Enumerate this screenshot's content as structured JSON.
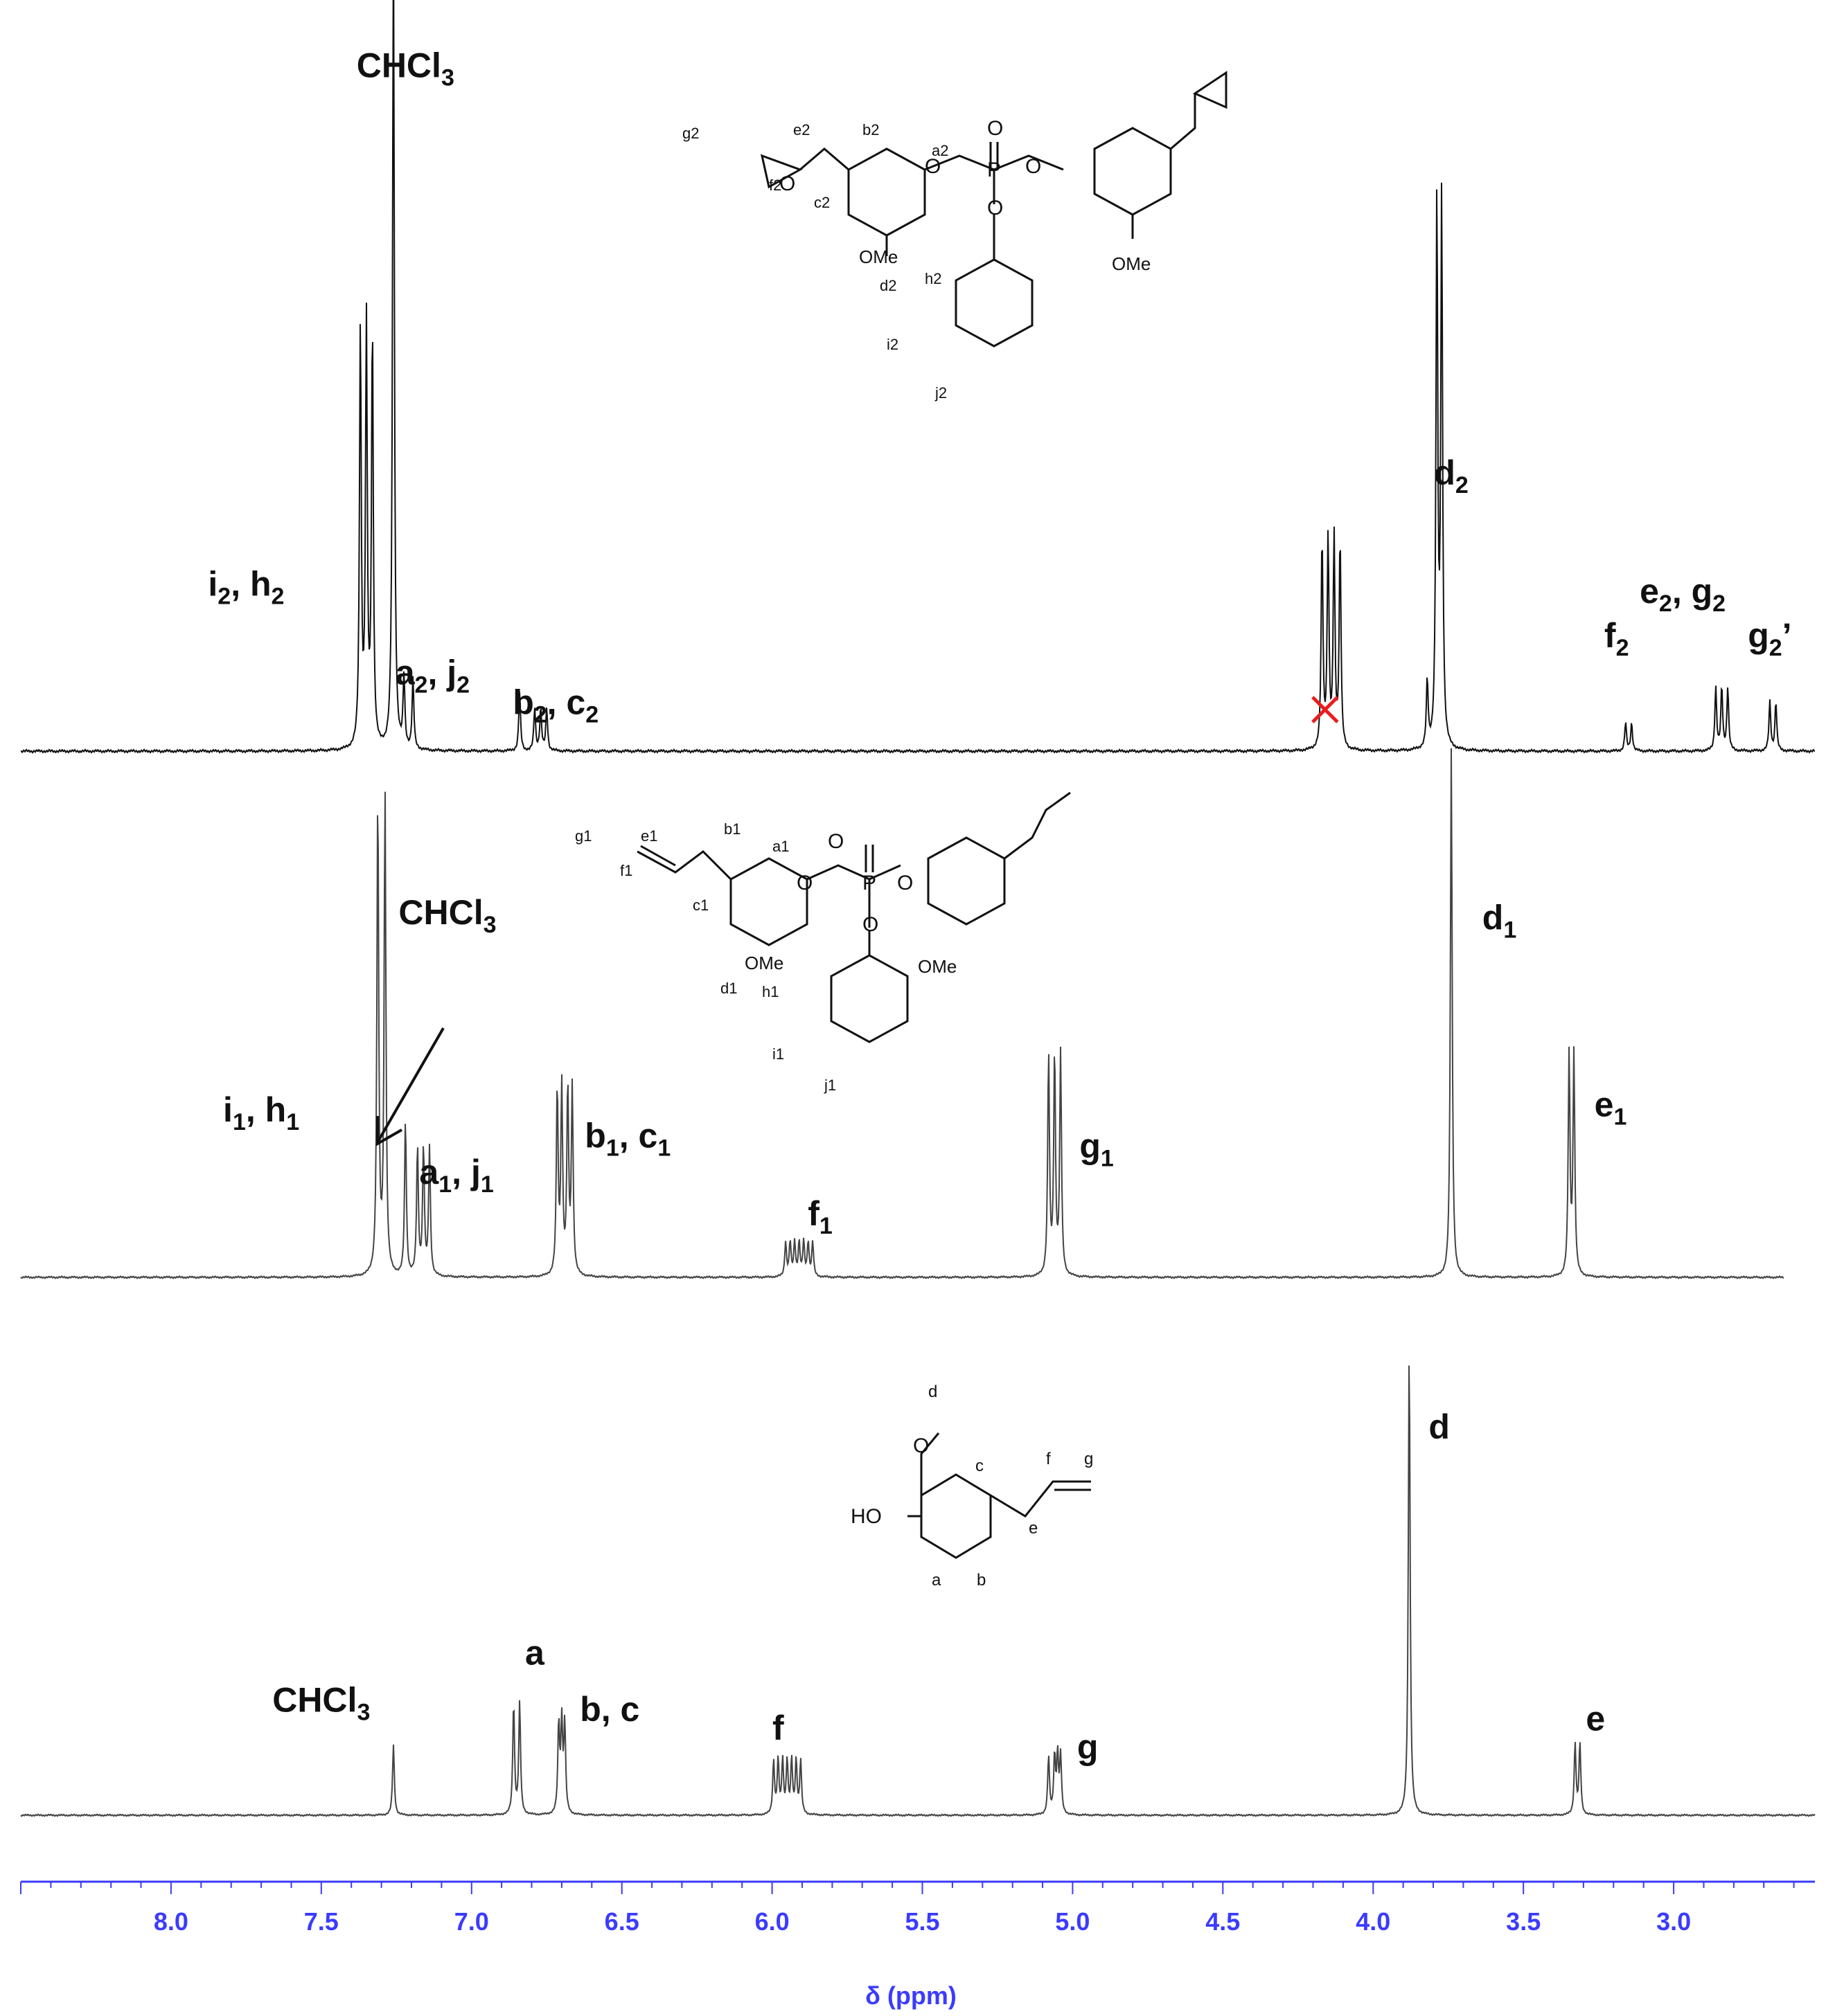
{
  "chart_data": {
    "type": "line",
    "title": "",
    "xlabel": "δ (ppm)",
    "ylabel": "",
    "x_reversed": true,
    "xlim": [
      8.5,
      2.53
    ],
    "x_ticks": [
      "8.0",
      "7.5",
      "7.0",
      "6.5",
      "6.0",
      "5.5",
      "5.0",
      "4.5",
      "4.0",
      "3.5",
      "3.0"
    ],
    "grid": false,
    "axis_color": "#3b3bff",
    "series": [
      {
        "line_color": "#111111",
        "peaks": [
          {
            "ppm": 7.35,
            "h": 0.6,
            "mult": [
              -0.02,
              0.0,
              0.02
            ]
          },
          {
            "ppm": 7.26,
            "h": 1.12,
            "mult": [
              0.0
            ]
          },
          {
            "ppm": 7.21,
            "h": 0.1,
            "mult": [
              -0.015,
              0.015
            ]
          },
          {
            "ppm": 6.84,
            "h": 0.08,
            "mult": [
              0.0
            ]
          },
          {
            "ppm": 6.77,
            "h": 0.06,
            "mult": [
              -0.02,
              0.0,
              0.02
            ]
          },
          {
            "ppm": 4.14,
            "h": 0.3,
            "mult": [
              -0.03,
              -0.01,
              0.01,
              0.03
            ]
          },
          {
            "ppm": 3.82,
            "h": 0.09,
            "mult": [
              0.0
            ]
          },
          {
            "ppm": 3.78,
            "h": 0.78,
            "mult": [
              -0.008,
              0.008
            ]
          },
          {
            "ppm": 3.15,
            "h": 0.04,
            "mult": [
              -0.01,
              0.01
            ]
          },
          {
            "ppm": 2.84,
            "h": 0.09,
            "mult": [
              -0.02,
              0.0,
              0.02
            ]
          },
          {
            "ppm": 2.67,
            "h": 0.07,
            "mult": [
              -0.01,
              0.01
            ]
          }
        ],
        "labels": [
          {
            "text": "i",
            "sub": "2",
            "tail": ", h",
            "sub2": "2",
            "ppm": 7.75,
            "rel": 0.21
          },
          {
            "text": "CHCl",
            "sub": "3",
            "ppm": 7.22,
            "rel": 0.91
          },
          {
            "text": "a",
            "sub": "2",
            "tail": ", j",
            "sub2": "2",
            "ppm": 7.13,
            "rel": 0.09
          },
          {
            "text": "b",
            "sub": "2",
            "tail": ", c",
            "sub2": "2",
            "ppm": 6.72,
            "rel": 0.05
          },
          {
            "text": "d",
            "sub": "2",
            "ppm": 3.74,
            "rel": 0.36
          },
          {
            "text": "f",
            "sub": "2",
            "ppm": 3.19,
            "rel": 0.14
          },
          {
            "text": "e",
            "sub": "2",
            "tail": ", g",
            "sub2": "2",
            "ppm": 2.97,
            "rel": 0.2
          },
          {
            "text": "g",
            "sub": "2",
            "tail": "’",
            "ppm": 2.68,
            "rel": 0.14
          }
        ],
        "excluded_peak_ppm": 4.16
      },
      {
        "line_color": "#444444",
        "peaks": [
          {
            "ppm": 7.3,
            "h": 0.98,
            "mult": [
              -0.012,
              0.012
            ]
          },
          {
            "ppm": 7.22,
            "h": 0.3,
            "mult": [
              0.0
            ]
          },
          {
            "ppm": 7.16,
            "h": 0.26,
            "mult": [
              -0.02,
              0.0,
              0.02
            ]
          },
          {
            "ppm": 6.69,
            "h": 0.38,
            "mult": [
              -0.025,
              -0.01,
              0.01,
              0.025
            ]
          },
          {
            "ppm": 5.91,
            "h": 0.07,
            "mult": [
              -0.045,
              -0.03,
              -0.015,
              0.0,
              0.015,
              0.03,
              0.045
            ]
          },
          {
            "ppm": 5.06,
            "h": 0.45,
            "mult": [
              -0.02,
              0.0,
              0.02
            ]
          },
          {
            "ppm": 3.74,
            "h": 1.02,
            "mult": [
              0.0
            ]
          },
          {
            "ppm": 3.34,
            "h": 0.45,
            "mult": [
              -0.008,
              0.008
            ]
          }
        ],
        "labels": [
          {
            "text": "i",
            "sub": "1",
            "tail": ", h",
            "sub2": "1",
            "ppm": 7.7,
            "rel": 0.3
          },
          {
            "text": "CHCl",
            "sub": "3",
            "ppm": 7.08,
            "rel": 0.68
          },
          {
            "text": "a",
            "sub": "1",
            "tail": ", j",
            "sub2": "1",
            "ppm": 7.05,
            "rel": 0.18
          },
          {
            "text": "b",
            "sub": "1",
            "tail": ", c",
            "sub2": "1",
            "ppm": 6.48,
            "rel": 0.25
          },
          {
            "text": "f",
            "sub": "1",
            "ppm": 5.84,
            "rel": 0.1
          },
          {
            "text": "g",
            "sub": "1",
            "ppm": 4.92,
            "rel": 0.23
          },
          {
            "text": "d",
            "sub": "1",
            "ppm": 3.58,
            "rel": 0.67
          },
          {
            "text": "e",
            "sub": "1",
            "ppm": 3.21,
            "rel": 0.31
          }
        ]
      },
      {
        "line_color": "#444444",
        "peaks": [
          {
            "ppm": 7.26,
            "h": 0.15,
            "mult": [
              0.0
            ]
          },
          {
            "ppm": 6.85,
            "h": 0.25,
            "mult": [
              -0.01,
              0.01
            ]
          },
          {
            "ppm": 6.7,
            "h": 0.2,
            "mult": [
              -0.01,
              0.0,
              0.01
            ]
          },
          {
            "ppm": 5.95,
            "h": 0.12,
            "mult": [
              -0.045,
              -0.03,
              -0.015,
              0.0,
              0.015,
              0.03,
              0.045
            ]
          },
          {
            "ppm": 5.07,
            "h": 0.13,
            "mult": [
              -0.03,
              -0.02,
              -0.01,
              0.01
            ]
          },
          {
            "ppm": 3.88,
            "h": 1.0,
            "mult": [
              0.0
            ]
          },
          {
            "ppm": 3.32,
            "h": 0.16,
            "mult": [
              -0.008,
              0.008
            ]
          }
        ],
        "labels": [
          {
            "text": "CHCl",
            "sub": "3",
            "ppm": 7.5,
            "rel": 0.22
          },
          {
            "text": "a",
            "ppm": 6.79,
            "rel": 0.32
          },
          {
            "text": "b, c",
            "ppm": 6.54,
            "rel": 0.2
          },
          {
            "text": "f",
            "ppm": 5.98,
            "rel": 0.16
          },
          {
            "text": "g",
            "ppm": 4.95,
            "rel": 0.12
          },
          {
            "text": "d",
            "ppm": 3.78,
            "rel": 0.8
          },
          {
            "text": "e",
            "ppm": 3.26,
            "rel": 0.18
          }
        ]
      }
    ]
  },
  "structures": {
    "top": {
      "labels": [
        "g2",
        "e2",
        "b2",
        "a2",
        "f2",
        "c2",
        "OMe",
        "d2",
        "h2",
        "i2",
        "j2",
        "OMe"
      ],
      "atoms": [
        "O",
        "O",
        "P",
        "O",
        "O",
        "O"
      ]
    },
    "middle": {
      "labels": [
        "g1",
        "e1",
        "b1",
        "a1",
        "f1",
        "c1",
        "OMe",
        "d1",
        "h1",
        "i1",
        "j1",
        "OMe"
      ],
      "atoms": [
        "O",
        "P",
        "O",
        "O",
        "O"
      ]
    },
    "bottom": {
      "labels": [
        "d",
        "c",
        "f",
        "g",
        "e",
        "a",
        "b"
      ],
      "atoms": [
        "HO",
        "O"
      ]
    }
  }
}
